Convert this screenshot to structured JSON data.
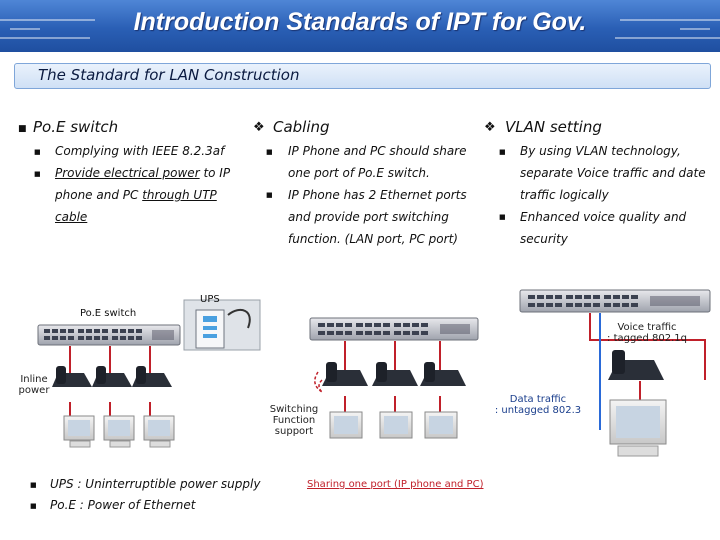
{
  "header": {
    "title": "Introduction Standards of IPT for Gov."
  },
  "subtitle": "The Standard for LAN Construction",
  "columns": {
    "poe": {
      "heading": "Po.E  switch",
      "items": [
        "Complying with IEEE 8.2.3af",
        "Provide electrical power to IP phone and PC through UTP cable"
      ],
      "item2_parts": [
        "Provide electrical power",
        " to IP",
        "phone and PC ",
        "through UTP",
        "cable"
      ]
    },
    "cabling": {
      "heading": "Cabling",
      "items_lines": [
        [
          "IP Phone and PC should share",
          "one port of Po.E switch."
        ],
        [
          "IP Phone has 2 Ethernet  ports",
          "and provide port switching",
          "function.  (LAN port, PC port)"
        ]
      ]
    },
    "vlan": {
      "heading": "VLAN setting",
      "items_lines": [
        [
          "By using VLAN technology,",
          "separate Voice traffic and date",
          "traffic  logically"
        ],
        [
          "Enhanced voice quality and",
          "security"
        ]
      ]
    }
  },
  "diagram": {
    "poe_switch_label": "Po.E switch",
    "ups_label": "UPS",
    "inline_power_label": [
      "Inline",
      "power"
    ],
    "switching_label": [
      "Switching",
      "Function",
      "support"
    ],
    "voice_traffic_label": [
      "Voice traffic",
      ": tagged 802.1q"
    ],
    "data_traffic_label": [
      "Data traffic",
      ": untagged 802.3"
    ],
    "sharing_label": "Sharing  one port (IP phone and PC)"
  },
  "footnotes": [
    "UPS : Uninterruptible power supply",
    "Po.E : Power of Ethernet"
  ],
  "colors": {
    "header": "#2a5fb5",
    "cable_red": "#c0202a",
    "cable_blue": "#2a6ad8"
  }
}
